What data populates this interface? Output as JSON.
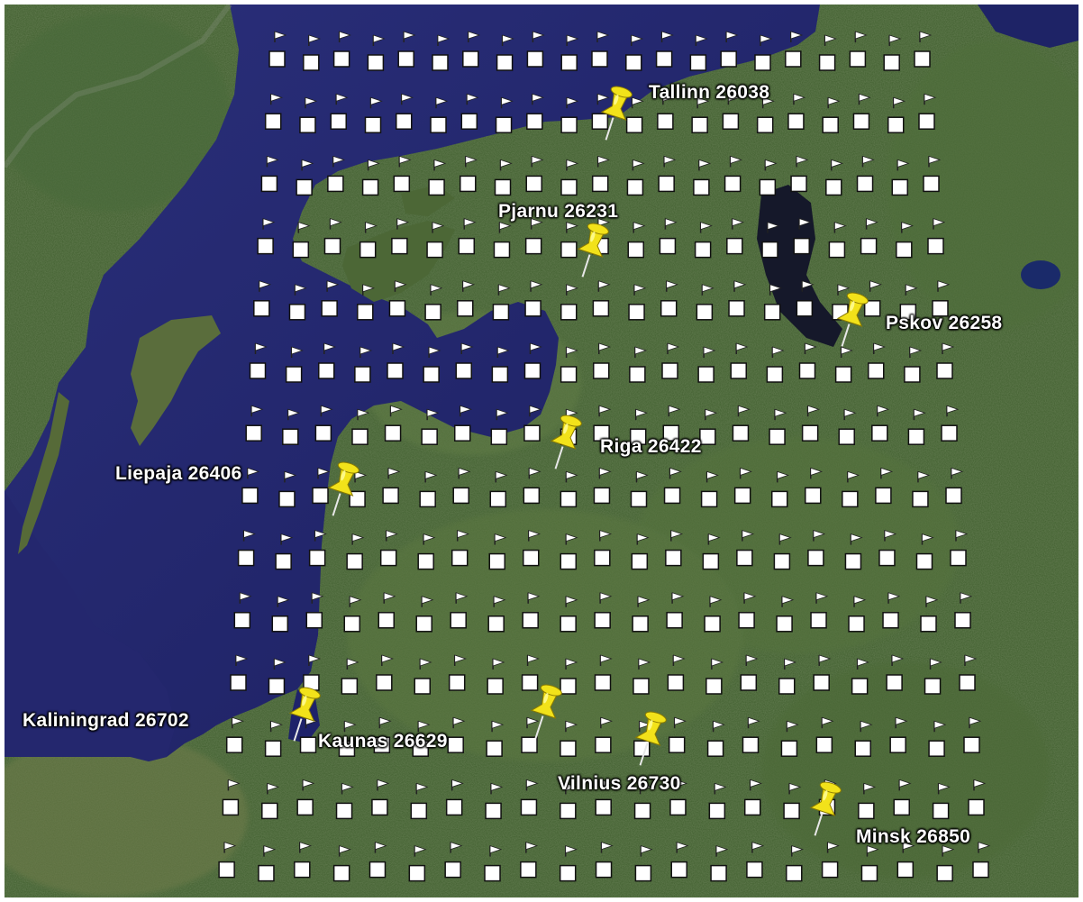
{
  "map": {
    "view": "satellite imagery of the Baltic region with a grid of placemarks",
    "station_marker_icon": "flag-placemark-icon",
    "city_marker_icon": "yellow-pushpin-icon",
    "pushpin_color": "#f2e21a",
    "water_color": "#20226a",
    "land_color": "#3f5e2d",
    "cities": [
      {
        "id": "tallinn",
        "label": "Tallinn 26038"
      },
      {
        "id": "pjarnu",
        "label": "Pjarnu 26231"
      },
      {
        "id": "pskov",
        "label": "Pskov 26258"
      },
      {
        "id": "riga",
        "label": "Riga 26422"
      },
      {
        "id": "liepaja",
        "label": "Liepaja 26406"
      },
      {
        "id": "kaliningrad",
        "label": "Kaliningrad 26702"
      },
      {
        "id": "kaunas",
        "label": "Kaunas 26629"
      },
      {
        "id": "vilnius",
        "label": "Vilnius 26730"
      },
      {
        "id": "minsk",
        "label": "Minsk 26850"
      }
    ]
  }
}
